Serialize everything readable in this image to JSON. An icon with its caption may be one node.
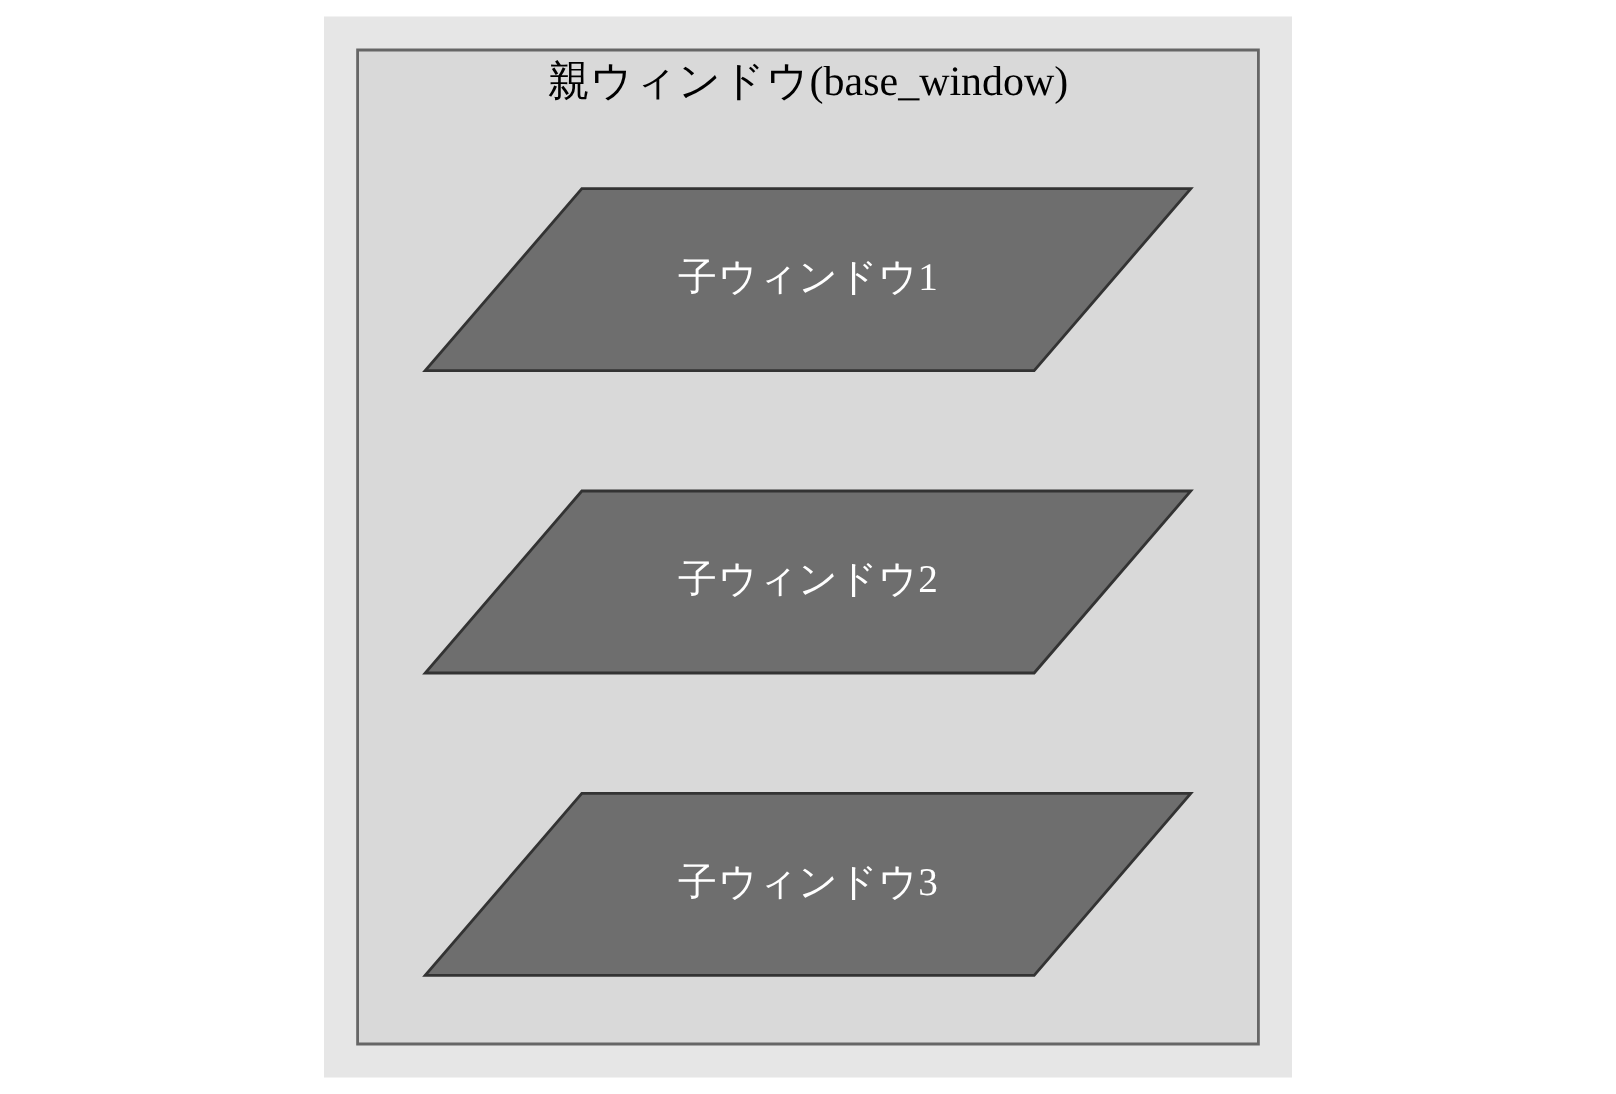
{
  "diagram": {
    "nodes": [
      {
        "text": [
          "親ウィンドウ(base_window)"
        ]
      },
      {
        "text": [
          "子ウィンドウ1"
        ],
        "in": 0
      },
      {
        "text": [
          "子ウィンドウ2"
        ],
        "in": 0
      },
      {
        "text": [
          "子ウィンドウ3"
        ],
        "in": 0
      }
    ]
  }
}
